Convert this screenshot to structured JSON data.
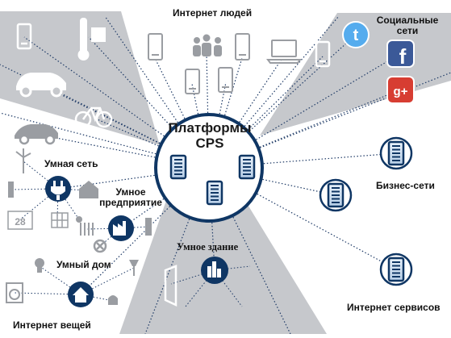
{
  "center": {
    "line1": "Платформы",
    "line2": "CPS"
  },
  "labels": {
    "internet_people": "Интернет людей",
    "social_line1": "Социальные",
    "social_line2": "сети",
    "smart_grid": "Умная сеть",
    "smart_enterprise_line1": "Умное",
    "smart_enterprise_line2": "предприятие",
    "smart_building": "Умное здание",
    "smart_home": "Умный дом",
    "business_networks": "Бизнес-сети",
    "internet_services": "Интернет сервисов",
    "internet_things": "Интернет вещей"
  },
  "icons": {
    "twitter_glyph": "t",
    "facebook_glyph": "f",
    "googleplus_glyph": "g+",
    "meter_text": "28",
    "home_glyph": "⌂"
  },
  "colors": {
    "navy": "#0f3664",
    "blue": "#2d6fb7",
    "fan_gray": "#c6c8cc",
    "icon_gray": "#9a9da2",
    "dot_line": "#1e3a66"
  }
}
